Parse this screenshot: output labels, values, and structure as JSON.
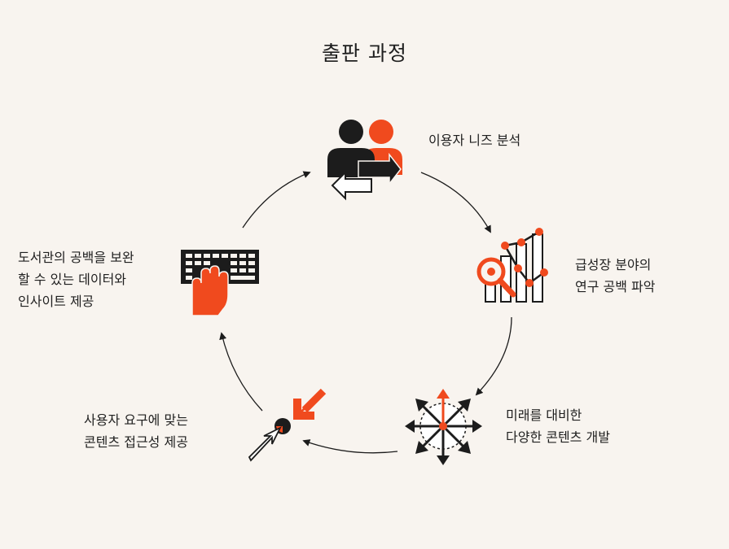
{
  "title": "출판 과정",
  "steps": [
    {
      "lines": [
        "이용자 니즈 분석"
      ],
      "icon": "users-exchange-icon"
    },
    {
      "lines": [
        "급성장 분야의",
        "연구 공백 파악"
      ],
      "icon": "analytics-magnifier-icon"
    },
    {
      "lines": [
        "미래를 대비한",
        "다양한 콘텐츠 개발"
      ],
      "icon": "expanding-arrows-icon"
    },
    {
      "lines": [
        "사용자 요구에 맞는",
        "콘텐츠 접근성 제공"
      ],
      "icon": "converging-arrows-icon"
    },
    {
      "lines": [
        "도서관의 공백을 보완",
        "할 수 있는 데이터와",
        "인사이트 제공"
      ],
      "icon": "hand-keyboard-icon"
    }
  ],
  "colors": {
    "accent": "#f04a1e",
    "ink": "#1c1c1c",
    "background": "#f8f4ef"
  }
}
